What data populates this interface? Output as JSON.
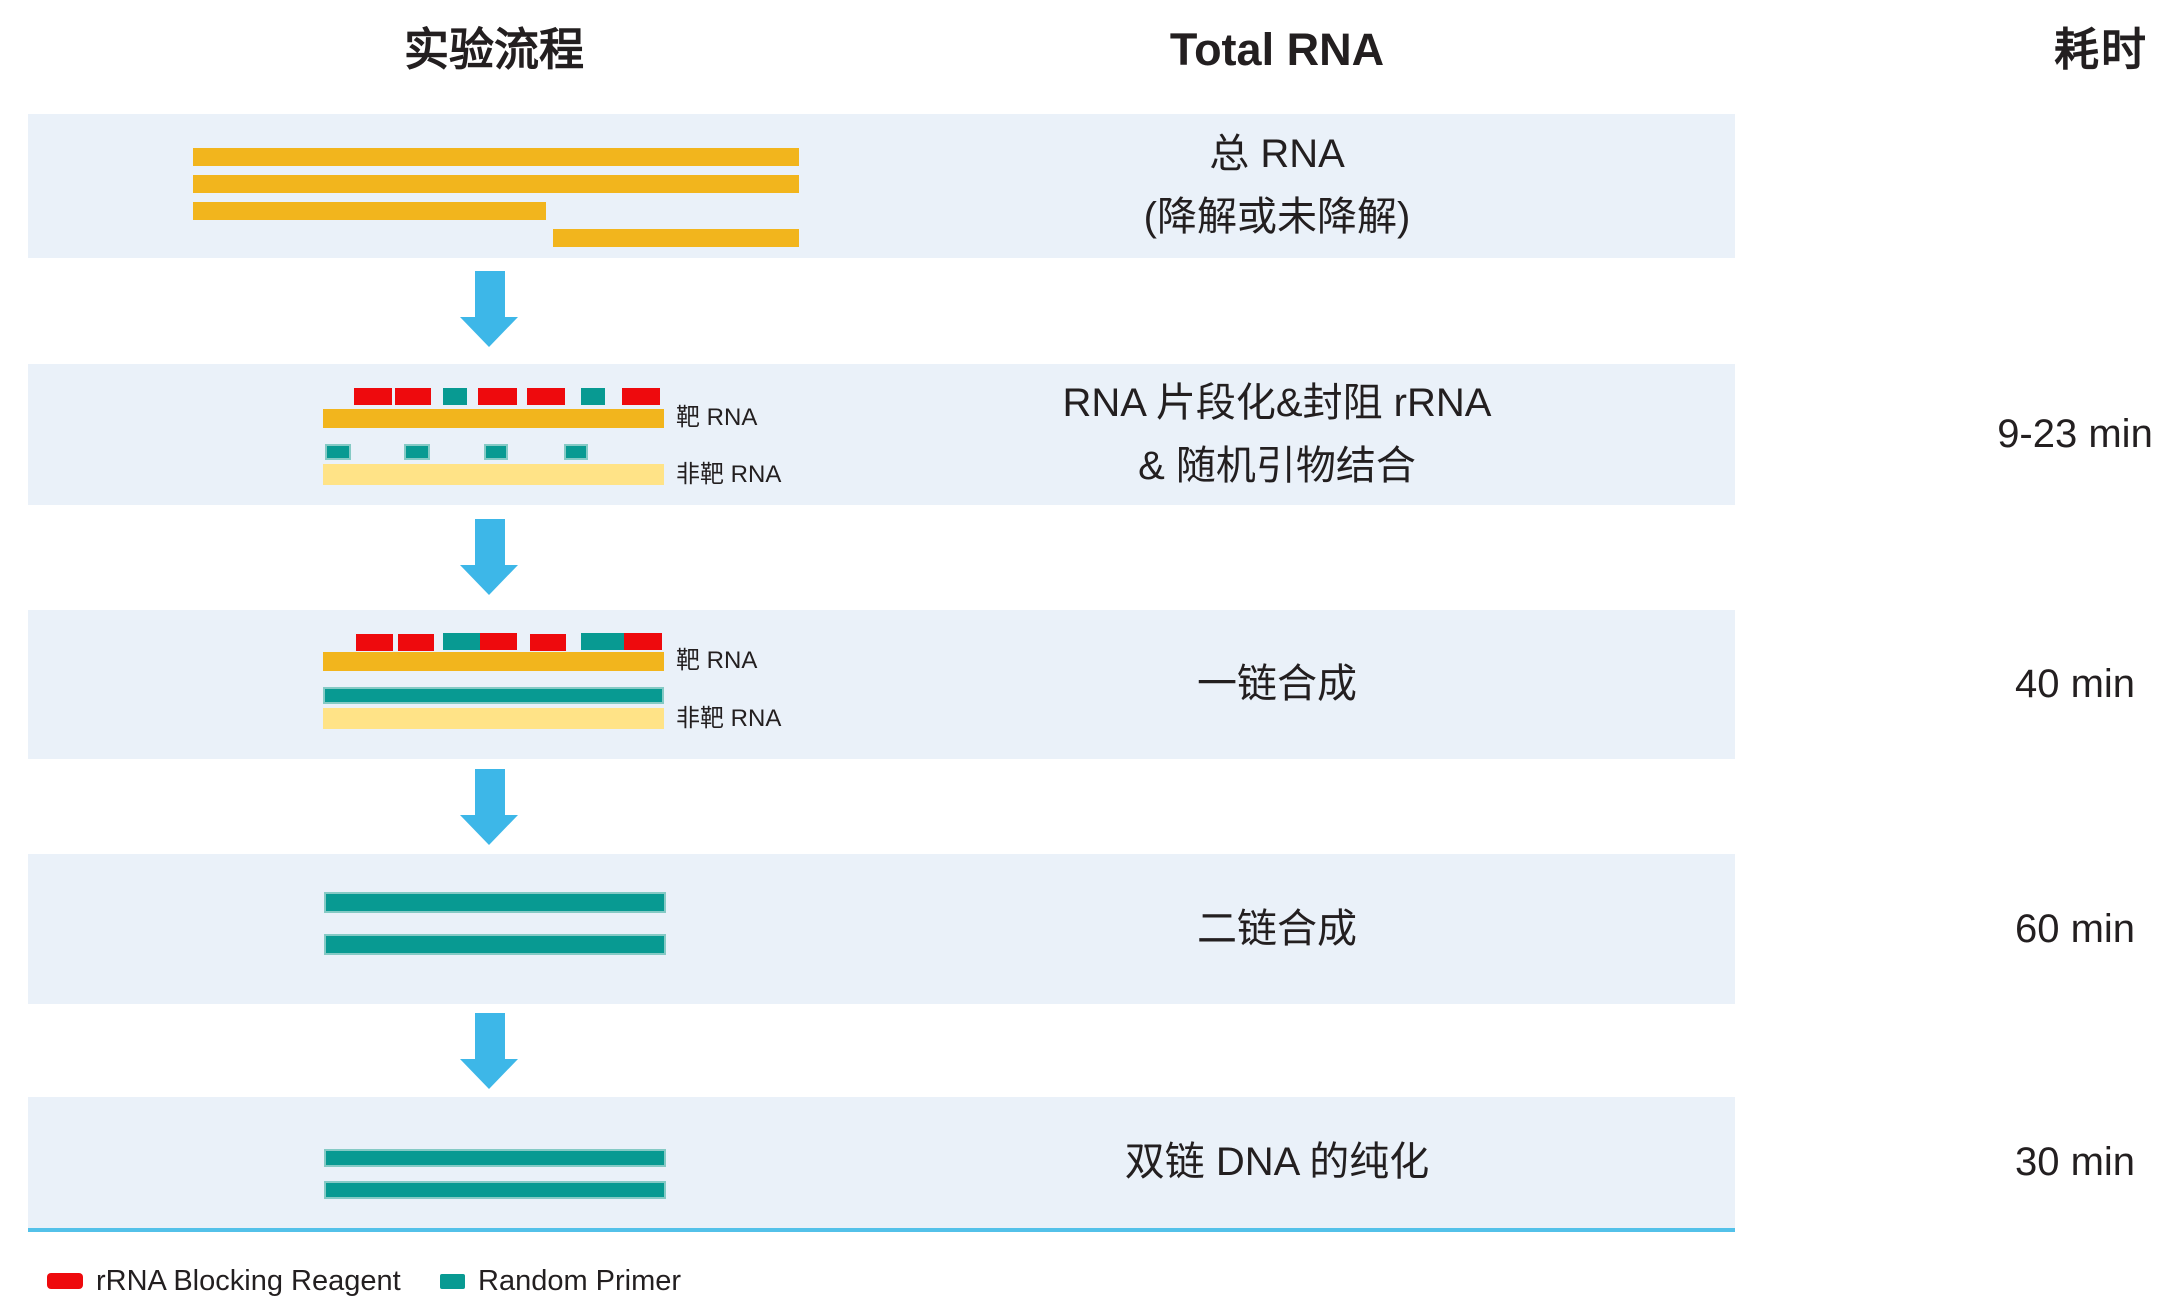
{
  "header": {
    "workflow": "实验流程",
    "middle": "Total RNA",
    "time": "耗时"
  },
  "rows": [
    {
      "lines": [
        "总 RNA",
        "(降解或未降解)"
      ],
      "time": ""
    },
    {
      "lines": [
        "RNA 片段化&封阻 rRNA",
        "& 随机引物结合"
      ],
      "time": "9-23 min",
      "labels": {
        "target": "靶 RNA",
        "nontarget": "非靶 RNA"
      }
    },
    {
      "lines": [
        "一链合成"
      ],
      "time": "40 min",
      "labels": {
        "target": "靶 RNA",
        "nontarget": "非靶 RNA"
      }
    },
    {
      "lines": [
        "二链合成"
      ],
      "time": "60 min"
    },
    {
      "lines": [
        "双链 DNA 的纯化"
      ],
      "time": "30 min"
    }
  ],
  "legend": [
    {
      "label": "rRNA Blocking Reagent",
      "color": "red"
    },
    {
      "label": "Random Primer",
      "color": "teal"
    }
  ],
  "colors": {
    "gold": "#F2B51D",
    "pale_yellow": "#FFE387",
    "teal": "#089A92",
    "teal_edge": "#85CAC5",
    "red": "#EE0A0D",
    "arrow_blue": "#3DB7E8",
    "box_bg": "#EAF1F9",
    "divider": "#53C1E9",
    "text": "#231F20"
  }
}
